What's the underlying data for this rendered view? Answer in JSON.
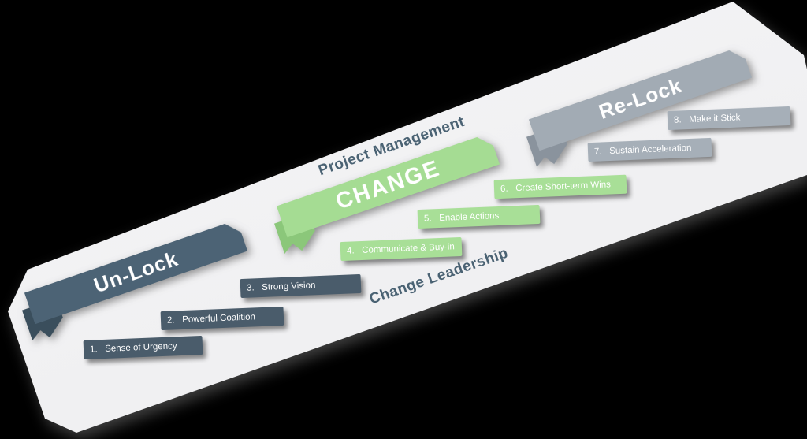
{
  "background_color": "#000000",
  "band": {
    "color": "#F2F2F3",
    "description": "diagonal light band rotated about -19 degrees"
  },
  "banners": [
    {
      "id": "unlock",
      "label": "Un-Lock",
      "color": "#4C6375",
      "fold_color": "#3A4E5C",
      "text_color": "#FFFFFF"
    },
    {
      "id": "change",
      "label": "CHANGE",
      "color": "#A5DC93",
      "fold_color": "#8BC77A",
      "text_color": "#FFFFFF"
    },
    {
      "id": "relock",
      "label": "Re-Lock",
      "color": "#A2ABB4",
      "fold_color": "#8A939D",
      "text_color": "#FFFFFF"
    }
  ],
  "annotations": [
    {
      "id": "project-management",
      "text": "Project Management",
      "color": "#4A6273"
    },
    {
      "id": "change-leadership",
      "text": "Change Leadership",
      "color": "#4A6273"
    }
  ],
  "steps": [
    {
      "num": "1.",
      "label": "Sense of Urgency",
      "phase": "unlock",
      "color": "#4A5C6B"
    },
    {
      "num": "2.",
      "label": "Powerful Coalition",
      "phase": "unlock",
      "color": "#4A5C6B"
    },
    {
      "num": "3.",
      "label": "Strong Vision",
      "phase": "unlock",
      "color": "#4A5C6B"
    },
    {
      "num": "4.",
      "label": "Communicate & Buy-in",
      "phase": "change",
      "color": "#A8DF97"
    },
    {
      "num": "5.",
      "label": "Enable Actions",
      "phase": "change",
      "color": "#A8DF97"
    },
    {
      "num": "6.",
      "label": "Create Short-term Wins",
      "phase": "change",
      "color": "#A8DF97"
    },
    {
      "num": "7.",
      "label": "Sustain Acceleration",
      "phase": "relock",
      "color": "#A6AFB8"
    },
    {
      "num": "8.",
      "label": "Make it Stick",
      "phase": "relock",
      "color": "#A6AFB8"
    }
  ]
}
